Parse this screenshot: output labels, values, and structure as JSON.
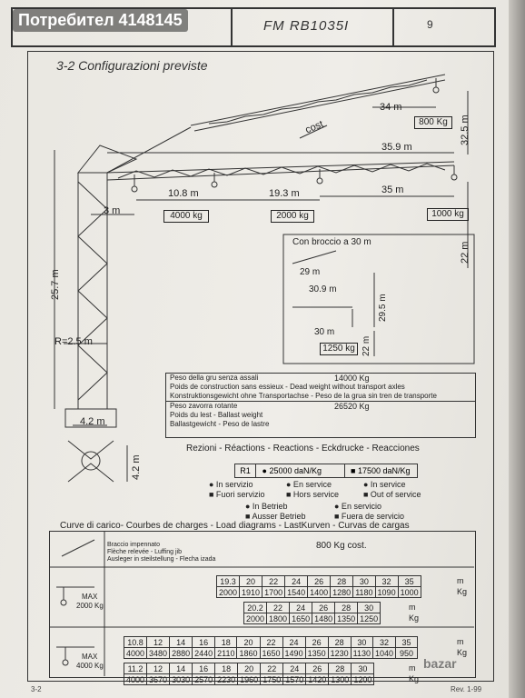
{
  "header": {
    "seller_badge": "Потребител 4148145",
    "model": "FM RB1035I",
    "page_number": "9"
  },
  "section_title": "3-2 Configurazioni previste",
  "drawing": {
    "luffing_jib_length": "34 m",
    "luffing_jib_load": "800 Kg",
    "luffing_jib_height": "32.5 m",
    "cost_label": "cost",
    "jib_length": "35.9 m",
    "dist_10_8": "10.8 m",
    "load_4000": "4000 kg",
    "dist_19_3": "19.3 m",
    "load_2000": "2000 kg",
    "dist_35": "35 m",
    "load_1000": "1000 kg",
    "offset_3": "3 m",
    "tower_height": "25.7 m",
    "hook_height": "22 m",
    "radius": "R=2.5 m",
    "base_width": "4.2 m",
    "base_depth": "4.2 m",
    "variant_title": "Con broccio a 30 m",
    "v_dist_29": "29 m",
    "v_dist_30_9": "30.9 m",
    "v_height_29_5": "29.5 m",
    "v_dist_30": "30 m",
    "v_load_1250": "1250 kg",
    "v_height_22": "22 m"
  },
  "weights": {
    "own_weight_it": "Peso della gru senza assali",
    "own_weight_value": "14000 Kg",
    "own_weight_fr_en": "Poids de construction sans essieux - Dead weight without transport axles",
    "own_weight_de_es": "Konstruktionsgewicht ohne Transportachse - Peso de la grua sin tren de transporte",
    "ballast_it": "Peso zavorra rotante",
    "ballast_value": "26520 Kg",
    "ballast_fr_en": "Poids du lest - Ballast weight",
    "ballast_de_es": "Ballastgewicht - Peso de lastre"
  },
  "reactions": {
    "title": "Rezioni - Réactions - Reactions - Eckdrucke - Reacciones",
    "r1_label": "R1",
    "r1_in_service": "25000 daN/Kg",
    "r1_out_service": "17500 daN/Kg",
    "legend": [
      "● In servizio",
      "■ Fuori servizio",
      "● En service",
      "■ Hors service",
      "● In service",
      "■ Out of service",
      "● In Betrieb",
      "■ Ausser Betrieb",
      "● En servicio",
      "■ Fuera de servicio"
    ]
  },
  "load_diagrams": {
    "title": "Curve di carico- Courbes de charges - Load diagrams - LastKurven - Curvas de cargas",
    "luffing_label_it": "Braccio impennato",
    "luffing_label_fr_en": "Flèche relevée - Luffing jib",
    "luffing_label_de_es": "Ausleger in steilstellung - Flecha izada",
    "luffing_const": "800 Kg cost.",
    "max_2000_line1": "MAX",
    "max_2000_line2": "2000 Kg",
    "max_4000_line1": "MAX",
    "max_4000_line2": "4000 Kg",
    "table_2000_a": {
      "dist": [
        "19.3",
        "20",
        "22",
        "24",
        "26",
        "28",
        "30",
        "32",
        "35"
      ],
      "load": [
        "2000",
        "1910",
        "1700",
        "1540",
        "1400",
        "1280",
        "1180",
        "1090",
        "1000"
      ]
    },
    "table_2000_b": {
      "dist": [
        "20.2",
        "22",
        "24",
        "26",
        "28",
        "30"
      ],
      "load": [
        "2000",
        "1800",
        "1650",
        "1480",
        "1350",
        "1250"
      ]
    },
    "table_4000_a": {
      "dist": [
        "10.8",
        "12",
        "14",
        "16",
        "18",
        "20",
        "22",
        "24",
        "26",
        "28",
        "30",
        "32",
        "35"
      ],
      "load": [
        "4000",
        "3480",
        "2880",
        "2440",
        "2110",
        "1860",
        "1650",
        "1490",
        "1350",
        "1230",
        "1130",
        "1040",
        "950"
      ]
    },
    "table_4000_b": {
      "dist": [
        "11.2",
        "12",
        "14",
        "16",
        "18",
        "20",
        "22",
        "24",
        "26",
        "28",
        "30"
      ],
      "load": [
        "4000",
        "3670",
        "3030",
        "2570",
        "2230",
        "1960",
        "1750",
        "1570",
        "1420",
        "1300",
        "1200"
      ]
    },
    "unit_m": "m",
    "unit_kg": "Kg"
  },
  "footer": {
    "left": "3-2",
    "right": "Rev. 1-99"
  },
  "watermark": "bazar"
}
